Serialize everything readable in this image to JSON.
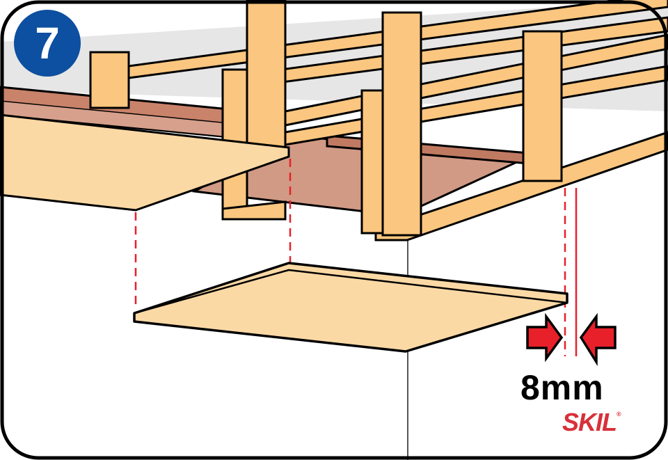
{
  "step": {
    "number": "7",
    "badge_color": "#0d4fa0"
  },
  "measurement": {
    "gap_label": "8mm"
  },
  "brand": {
    "name": "SKIL",
    "mark": "®",
    "color": "#d8303a"
  },
  "colors": {
    "wood": "#fbc67f",
    "panel": "#fbd9a5",
    "panel_installed_edge": "#c9836a",
    "ceiling": "#e6e6e6",
    "guide": "#e8202a"
  }
}
